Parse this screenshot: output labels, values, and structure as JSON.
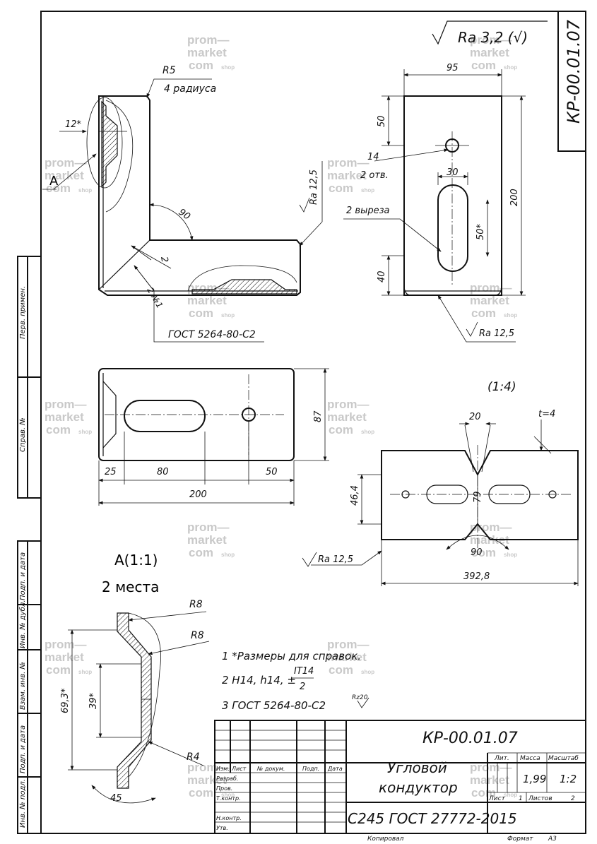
{
  "title_block": {
    "designation": "КР-00.01.07",
    "name_line1": "Угловой",
    "name_line2": "кондуктор",
    "material": "С245 ГОСТ 27772-2015",
    "lit_label": "Лит.",
    "mass_label": "Масса",
    "scale_label": "Масштаб",
    "mass": "1,99",
    "scale": "1:2",
    "sheet_label": "Лист",
    "sheet_no": "1",
    "sheets_label": "Листов",
    "sheets_total": "2",
    "copied": "Копировал",
    "format_label": "Формат",
    "format": "А3",
    "rows": [
      "Изм.",
      "Лист",
      "№ докум.",
      "Подп.",
      "Дата"
    ],
    "roles": [
      "Разраб.",
      "Пров.",
      "Т.контр.",
      "Н.контр.",
      "Утв."
    ]
  },
  "corner_stamp": "КР-00.01.07",
  "roughness_general": "Ra 3,2 (√)",
  "left_margin_labels": [
    "Перв. примен.",
    "Справ. №",
    "Подп. и дата",
    "Инв. № дубл.",
    "Взам. инв. №",
    "Подп. и дата",
    "Инв. № подл."
  ],
  "view_front": {
    "r5": "R5",
    "r5_note": "4 радиуса",
    "dim_12": "12*",
    "label_a": "A",
    "angle_90": "90",
    "dim_2": "2",
    "weld": "2 №1",
    "gost": "ГОСТ 5264-80-С2",
    "ra_12_5": "Ra 12,5"
  },
  "view_side": {
    "dim_95": "95",
    "dim_50": "50",
    "hole_14": "14",
    "hole_note": "2 отв.",
    "dim_30": "30",
    "slots_note": "2 выреза",
    "dim_50s": "50*",
    "dim_200": "200",
    "dim_40": "40",
    "ra": "Ra 12,5"
  },
  "view_top": {
    "dim_87": "87",
    "dim_25": "25",
    "dim_80": "80",
    "dim_50": "50",
    "dim_200": "200"
  },
  "view_blank": {
    "scale": "(1:4)",
    "t": "t=4",
    "dim_20": "20",
    "dim_46_4": "46,4",
    "dim_79": "79",
    "angle_90": "90",
    "ra": "Ra 12,5",
    "dim_392_8": "392,8"
  },
  "detail_a": {
    "title": "А(1:1)",
    "subtitle": "2 места",
    "r8a": "R8",
    "r8b": "R8",
    "r4": "R4",
    "dim_69_3": "69,3*",
    "dim_39": "39*",
    "angle_45": "45"
  },
  "notes": {
    "n1": "1 *Размеры для справок.",
    "n2a": "2 Н14, h14, ±",
    "n2num": "IT14",
    "n2den": "2",
    "n3": "3 ГОСТ 5264-80-С2",
    "rz": "Rz20"
  },
  "watermark": {
    "line1": "prom—",
    "line2": "market",
    "line3": "com",
    "shop": "shop"
  }
}
